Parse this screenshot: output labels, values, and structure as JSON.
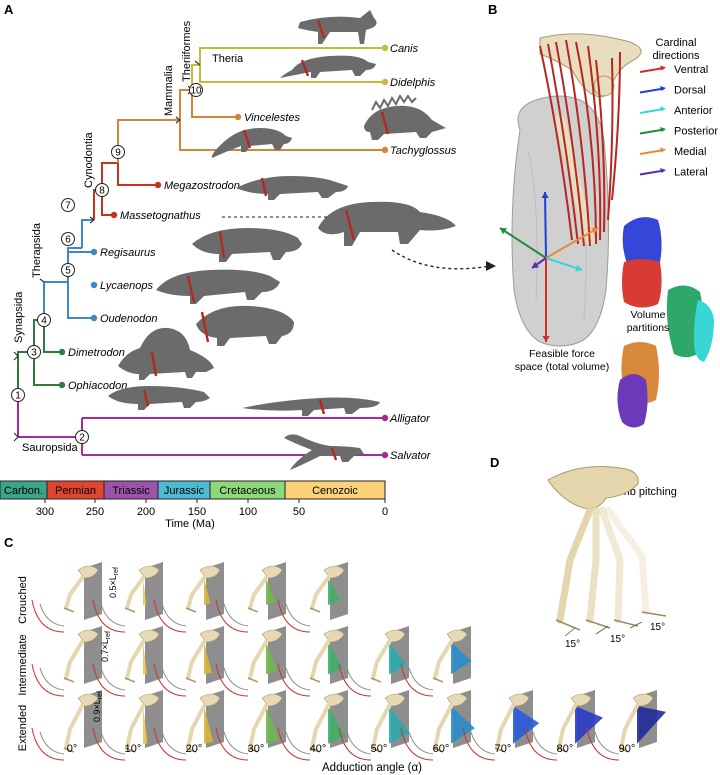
{
  "panels": {
    "a": "A",
    "b": "B",
    "c": "C",
    "d": "D"
  },
  "tree": {
    "clades": [
      "Mammalia",
      "Theriiformes",
      "Theria",
      "Cynodontia",
      "Therapsida",
      "Synapsida",
      "Sauropsida"
    ],
    "taxa": [
      "Canis",
      "Didelphis",
      "Vincelestes",
      "Tachyglossus",
      "Megazostrodon",
      "Massetognathus",
      "Regisaurus",
      "Lycaenops",
      "Oudenodon",
      "Dimetrodon",
      "Ophiacodon",
      "Alligator",
      "Salvator"
    ],
    "nodes": [
      "1",
      "2",
      "3",
      "4",
      "5",
      "6",
      "7",
      "8",
      "9",
      "10"
    ],
    "colors": {
      "therian": "#c5bb3a",
      "mammal": "#d4853a",
      "cynodont": "#c8331f",
      "therapsid": "#3f88c5",
      "synapsid": "#2f7d3a",
      "sauropsid": "#a52a9a"
    }
  },
  "timeline": {
    "periods": [
      {
        "label": "Carbon.",
        "color": "#3aa58a"
      },
      {
        "label": "Permian",
        "color": "#e0452f"
      },
      {
        "label": "Triassic",
        "color": "#9b55a8"
      },
      {
        "label": "Jurassic",
        "color": "#4dbcd3"
      },
      {
        "label": "Cretaceous",
        "color": "#8ed77a"
      },
      {
        "label": "Cenozoic",
        "color": "#fbd27a"
      }
    ],
    "ticks": [
      "300",
      "250",
      "200",
      "150",
      "100",
      "50",
      "0"
    ],
    "axis_label": "Time (Ma)"
  },
  "panel_b": {
    "legend_title_1": "Cardinal",
    "legend_title_2": "directions",
    "directions": [
      {
        "label": "Ventral",
        "color": "#d42a2a"
      },
      {
        "label": "Dorsal",
        "color": "#1f3fd6"
      },
      {
        "label": "Anterior",
        "color": "#38d6d6"
      },
      {
        "label": "Posterior",
        "color": "#1f8a3a"
      },
      {
        "label": "Medial",
        "color": "#e8893a"
      },
      {
        "label": "Lateral",
        "color": "#5a2ab8"
      }
    ],
    "volume_1": "Volume",
    "volume_2": "partitions",
    "feasible_1": "Feasible force",
    "feasible_2": "space (total volume)"
  },
  "panel_c": {
    "rows": [
      "Crouched",
      "Intermediate",
      "Extended"
    ],
    "row_notes": [
      "0.5×L",
      "0.7×L",
      "0.9×L"
    ],
    "note_sub": "ref",
    "angles": [
      "0°",
      "10°",
      "20°",
      "30°",
      "40°",
      "50°",
      "60°",
      "70°",
      "80°",
      "90°"
    ],
    "xlabel": "Adduction angle (α)",
    "wedge_colors": [
      "#e8e0b0",
      "#e6c84a",
      "#d7b53a",
      "#6fb84a",
      "#3fae6a",
      "#2ea8a8",
      "#2a8cc8",
      "#2a5ad8",
      "#2a3ac8",
      "#202a9a"
    ]
  },
  "panel_d": {
    "title": "Limb pitching",
    "angles": [
      "15°",
      "15°",
      "15°"
    ]
  }
}
